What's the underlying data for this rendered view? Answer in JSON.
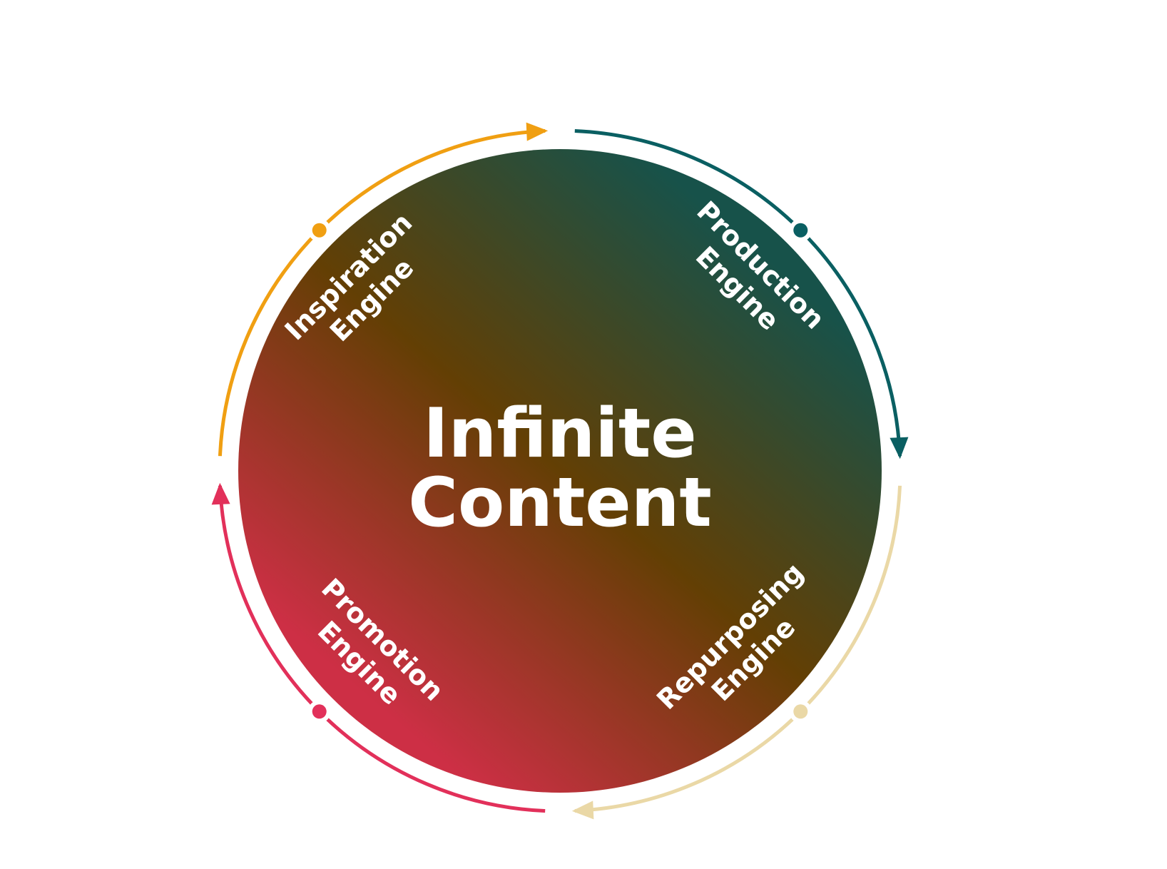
{
  "center": {
    "line1": "Infinite",
    "line2": "Content"
  },
  "engines": [
    {
      "id": "inspiration",
      "line1": "Inspiration",
      "line2": "Engine",
      "color": "#F09F12"
    },
    {
      "id": "production",
      "line1": "Production",
      "line2": "Engine",
      "color": "#0A5F62"
    },
    {
      "id": "repurposing",
      "line1": "Repurposing",
      "line2": "Engine",
      "color": "#EAD8A6"
    },
    {
      "id": "promotion",
      "line1": "Promotion",
      "line2": "Engine",
      "color": "#E2305A"
    }
  ],
  "colors": {
    "gradient_top_right": "#17524A",
    "gradient_middle": "#633F04",
    "gradient_bottom_left": "#CD2F45",
    "background": "#FFFFFF"
  }
}
